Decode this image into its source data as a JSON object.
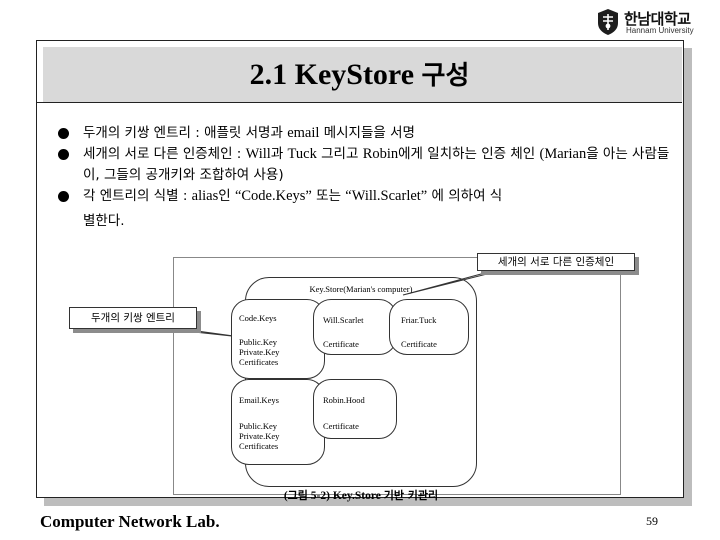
{
  "logo": {
    "name_kr": "한남대학교",
    "name_en": "Hannam University",
    "emblem_icon": "university-emblem-icon"
  },
  "slide": {
    "title_prefix": "2.1 KeyStore ",
    "title_kr": "구성",
    "bullets": [
      {
        "parts": [
          "두개의 키쌍 엔트리 : 애플릿 서명과 ",
          "email",
          " 메시지들을 서명"
        ]
      },
      {
        "parts": [
          "세개의 서로 다른 인증체인 : ",
          "Will",
          "과 ",
          "Tuck",
          " 그리고 ",
          "Robin",
          "에게 일치하는 인증 체인 ",
          "(Marian",
          "을 아는 사람들이, 그들의 공개키와 조합하여 사용)"
        ]
      },
      {
        "parts": [
          "각 엔트리의 식별 : ",
          "alias",
          "인 ",
          "“Code.Keys”",
          " 또는 ",
          "“Will.Scarlet”",
          " 에 의하여 식"
        ]
      }
    ],
    "bullet3_continuation": "별한다."
  },
  "diagram": {
    "callout_right": "세개의 서로 다른 인증체인",
    "callout_left": "두개의 키쌍 엔트리",
    "store_label": "Key.Store(Marian's computer)",
    "rows": [
      {
        "key": "Code.Keys",
        "key_details": [
          "Public.Key",
          "Private.Key",
          "Certificates"
        ],
        "chains": [
          {
            "name": "Will.Scarlet",
            "detail": "Certificate"
          },
          {
            "name": "Friar.Tuck",
            "detail": "Certificate"
          }
        ]
      },
      {
        "key": "Email.Keys",
        "key_details": [
          "Public.Key",
          "Private.Key",
          "Certificates"
        ],
        "chains": [
          {
            "name": "Robin.Hood",
            "detail": "Certificate"
          }
        ]
      }
    ],
    "caption_open": "(",
    "caption_kr1": "그림",
    "caption_mid": " 5-2) Key.Store ",
    "caption_kr2": "기반 키관리"
  },
  "footer": {
    "lab": "Computer Network Lab.",
    "page": "59"
  }
}
